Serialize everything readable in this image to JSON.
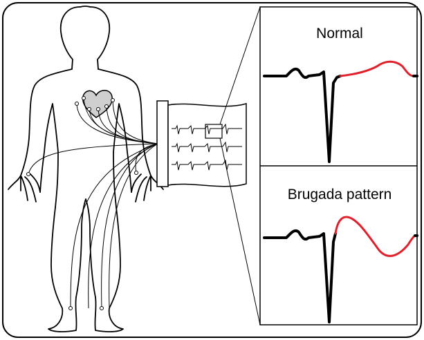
{
  "panels": {
    "top_label": "Normal",
    "bottom_label": "Brugada pattern"
  },
  "colors": {
    "outline": "#000000",
    "heart_fill": "#cfcfcf",
    "st_segment": "#e0202a",
    "background": "#ffffff"
  },
  "icons": [
    "human-body-figure",
    "heart-icon",
    "ecg-paper-strip",
    "electrode-wire"
  ]
}
